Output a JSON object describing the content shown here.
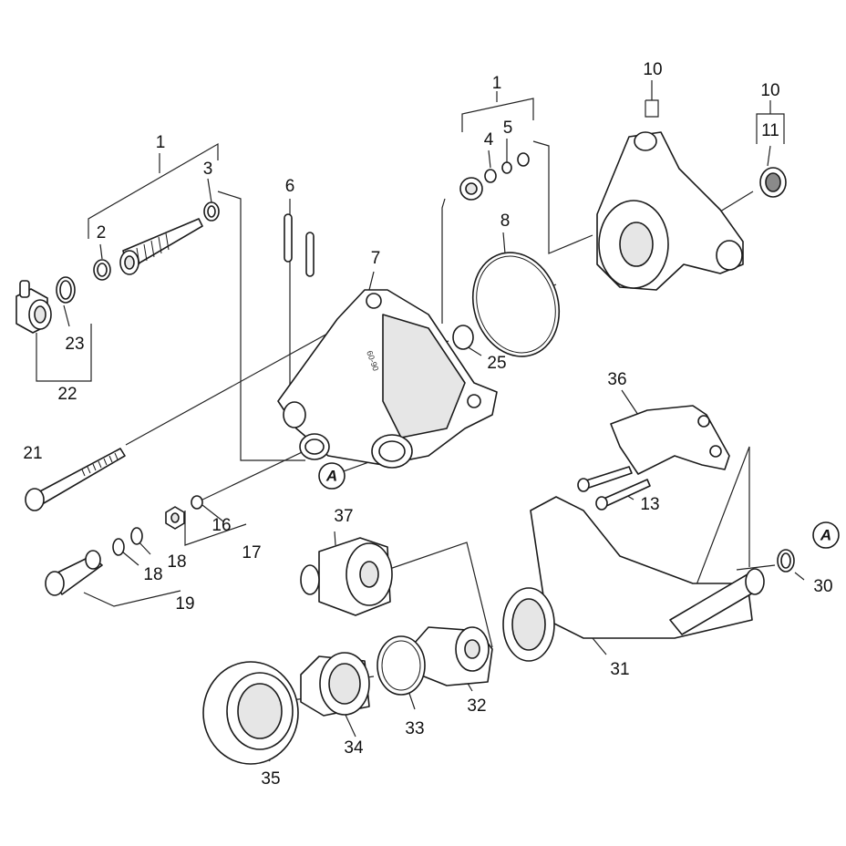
{
  "callouts": [
    {
      "id": "c1a",
      "text": "1"
    },
    {
      "id": "c2",
      "text": "2"
    },
    {
      "id": "c3",
      "text": "3"
    },
    {
      "id": "c23",
      "text": "23"
    },
    {
      "id": "c22",
      "text": "22"
    },
    {
      "id": "c6",
      "text": "6"
    },
    {
      "id": "c7",
      "text": "7"
    },
    {
      "id": "c21",
      "text": "21"
    },
    {
      "id": "c16",
      "text": "16"
    },
    {
      "id": "c17",
      "text": "17"
    },
    {
      "id": "c18a",
      "text": "18"
    },
    {
      "id": "c18b",
      "text": "18"
    },
    {
      "id": "c19",
      "text": "19"
    },
    {
      "id": "c1b",
      "text": "1"
    },
    {
      "id": "c4",
      "text": "4"
    },
    {
      "id": "c5",
      "text": "5"
    },
    {
      "id": "c8",
      "text": "8"
    },
    {
      "id": "c25",
      "text": "25"
    },
    {
      "id": "c10a",
      "text": "10"
    },
    {
      "id": "c10b",
      "text": "10"
    },
    {
      "id": "c11",
      "text": "11"
    },
    {
      "id": "c36",
      "text": "36"
    },
    {
      "id": "c13",
      "text": "13"
    },
    {
      "id": "c37",
      "text": "37"
    },
    {
      "id": "c30",
      "text": "30"
    },
    {
      "id": "c31",
      "text": "31"
    },
    {
      "id": "c32",
      "text": "32"
    },
    {
      "id": "c33",
      "text": "33"
    },
    {
      "id": "c34",
      "text": "34"
    },
    {
      "id": "c35",
      "text": "35"
    }
  ],
  "reference_markers": [
    {
      "id": "refA1",
      "text": "A"
    },
    {
      "id": "refA2",
      "text": "A"
    }
  ],
  "stamps": {
    "housing_code": "60-90"
  }
}
